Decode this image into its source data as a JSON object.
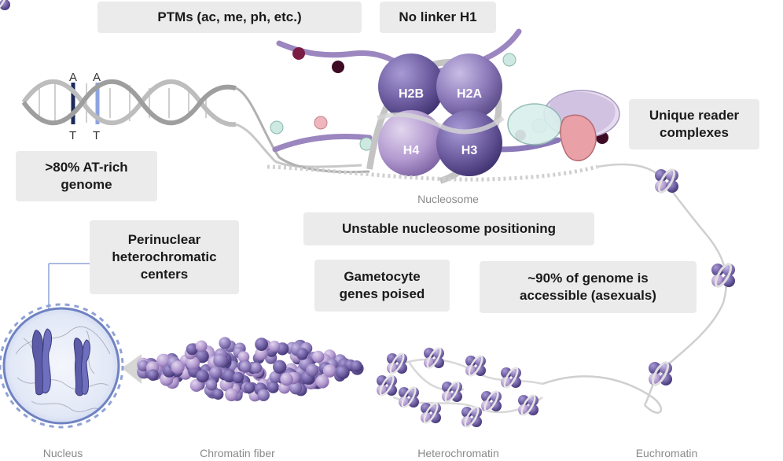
{
  "callouts": {
    "ptms": "PTMs (ac, me, ph, etc.)",
    "no_linker": "No linker H1",
    "at_rich": ">80% AT-rich\ngenome",
    "reader": "Unique reader\ncomplexes",
    "unstable": "Unstable nucleosome positioning",
    "perinuclear": "Perinuclear\nheterochromatic\ncenters",
    "gametocyte": "Gametocyte\ngenes poised",
    "accessible": "~90% of genome is\naccessible (asexuals)"
  },
  "histones": {
    "h2b": "H2B",
    "h2a": "H2A",
    "h4": "H4",
    "h3": "H3"
  },
  "bases": {
    "top1": "A",
    "top2": "A",
    "bottom1": "T",
    "bottom2": "T"
  },
  "captions": {
    "nucleosome": "Nucleosome",
    "nucleus": "Nucleus",
    "fiber": "Chromatin fiber",
    "heterochromatin": "Heterochromatin",
    "euchromatin": "Euchromatin"
  },
  "colors": {
    "callout_bg": "#ebebeb",
    "histone_purple": "#8a78b8",
    "histone_dark": "#5a4a86",
    "tail_purple": "#9b86c0",
    "caption_gray": "#8a8a8a",
    "dna_gray": "#bdbdbd",
    "nucleus_blue": "#8fa2d6"
  }
}
